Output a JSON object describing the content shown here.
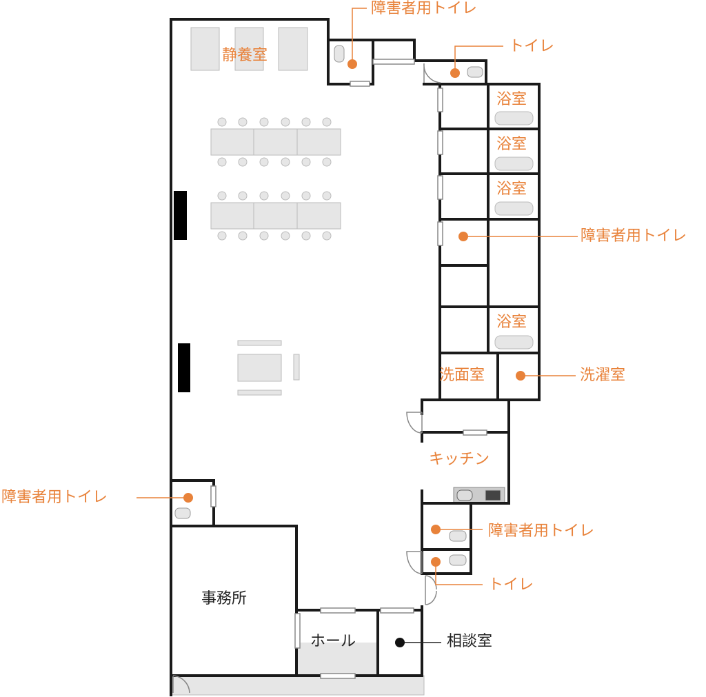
{
  "colors": {
    "accent": "#e8823a",
    "wall": "#1a1a1a",
    "furniture": "#e6e6e6"
  },
  "rooms": {
    "rest_room": "静養室",
    "bath1": "浴室",
    "bath2": "浴室",
    "bath3": "浴室",
    "bath4": "浴室",
    "washroom": "洗面室",
    "laundry": "洗濯室",
    "kitchen": "キッチン",
    "office": "事務所",
    "hall": "ホール",
    "consultation": "相談室"
  },
  "callouts": {
    "top_accessible_toilet": "障害者用トイレ",
    "top_toilet": "トイレ",
    "right_accessible_toilet": "障害者用トイレ",
    "laundry": "洗濯室",
    "left_accessible_toilet": "障害者用トイレ",
    "lower_accessible_toilet": "障害者用トイレ",
    "lower_toilet": "トイレ",
    "consultation": "相談室"
  }
}
